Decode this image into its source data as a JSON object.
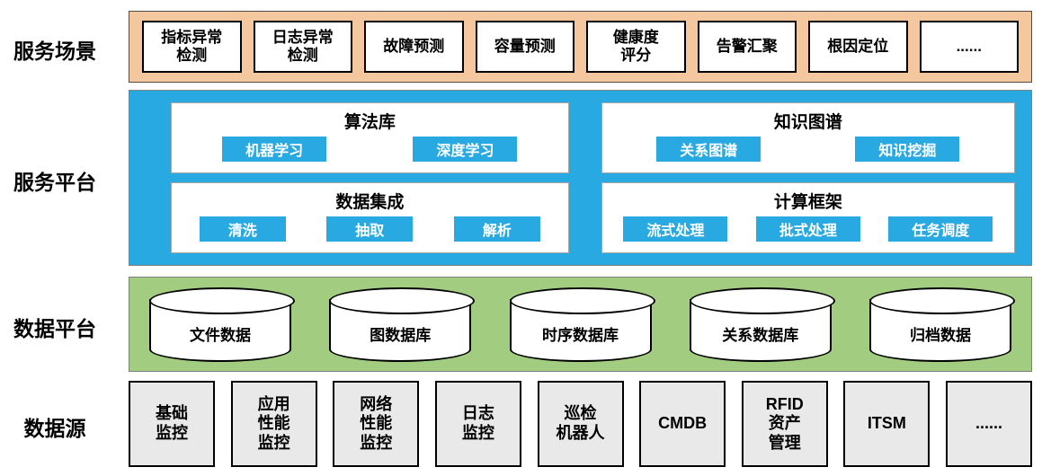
{
  "colors": {
    "scenario_band": "#f4c79f",
    "platform_band": "#29a9e2",
    "data_band": "#a2cc80",
    "source_box": "#e9e9e9",
    "button_blue": "#29a9e2"
  },
  "layers": {
    "scenarios": {
      "label": "服务场景",
      "items": [
        "指标异常\n检测",
        "日志异常\n检测",
        "故障预测",
        "容量预测",
        "健康度\n评分",
        "告警汇聚",
        "根因定位",
        "......"
      ]
    },
    "platform": {
      "label": "服务平台",
      "panels": [
        {
          "title": "算法库",
          "buttons": [
            "机器学习",
            "深度学习"
          ]
        },
        {
          "title": "知识图谱",
          "buttons": [
            "关系图谱",
            "知识挖掘"
          ]
        },
        {
          "title": "数据集成",
          "buttons": [
            "清洗",
            "抽取",
            "解析"
          ]
        },
        {
          "title": "计算框架",
          "buttons": [
            "流式处理",
            "批式处理",
            "任务调度"
          ]
        }
      ]
    },
    "data_platform": {
      "label": "数据平台",
      "databases": [
        "文件数据",
        "图数据库",
        "时序数据库",
        "关系数据库",
        "归档数据"
      ]
    },
    "sources": {
      "label": "数据源",
      "items": [
        "基础\n监控",
        "应用\n性能\n监控",
        "网络\n性能\n监控",
        "日志\n监控",
        "巡检\n机器人",
        "CMDB",
        "RFID\n资产\n管理",
        "ITSM",
        "......"
      ]
    }
  }
}
